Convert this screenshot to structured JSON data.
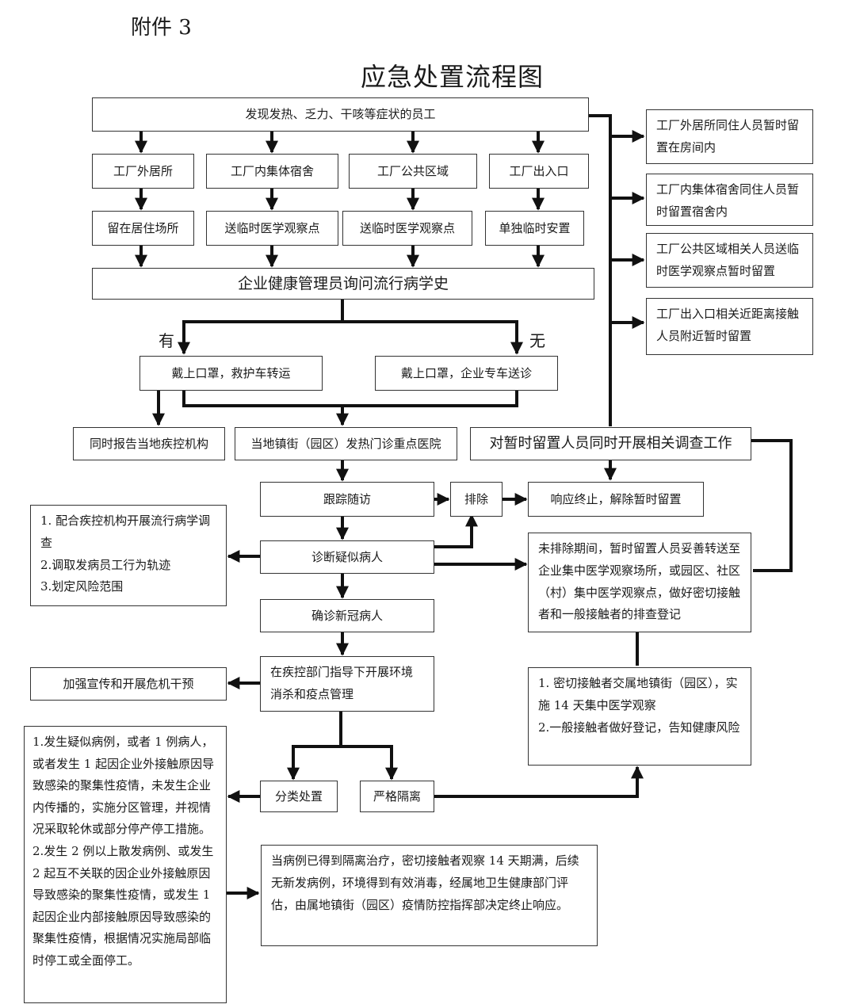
{
  "annex": "附件 3",
  "title": "应急处置流程图",
  "nodes": {
    "discover": "发现发热、乏力、干咳等症状的员工",
    "loc_outside": "工厂外居所",
    "loc_dorm": "工厂内集体宿舍",
    "loc_public": "工厂公共区域",
    "loc_gate": "工厂出入口",
    "act_stay": "留在居住场所",
    "act_obs1": "送临时医学观察点",
    "act_obs2": "送临时医学观察点",
    "act_alone": "单独临时安置",
    "inquire": "企业健康管理员询问流行病学史",
    "branch_yes": "有",
    "branch_no": "无",
    "mask_ambulance": "戴上口罩，救护车转运",
    "mask_company": "戴上口罩，企业专车送诊",
    "report_cdc": "同时报告当地疾控机构",
    "fever_clinic": "当地镇街（园区）发热门诊重点医院",
    "investigate": "对暂时留置人员同时开展相关调查工作",
    "follow_up": "跟踪随访",
    "exclude": "排除",
    "end_response": "响应终止，解除暂时留置",
    "suspect": "诊断疑似病人",
    "confirm": "确诊新冠病人",
    "disinfect": "在疾控部门指导下开展环境消杀和疫点管理",
    "publicity": "加强宣传和开展危机干预",
    "classify": "分类处置",
    "isolate": "严格隔离"
  },
  "side": {
    "right1": "工厂外居所同住人员暂时留置在房间内",
    "right2": "工厂内集体宿舍同住人员暂时留置宿舍内",
    "right3": "工厂公共区域相关人员送临时医学观察点暂时留置",
    "right4": "工厂出入口相关近距离接触人员附近暂时留置"
  },
  "suspect_actions": [
    "1. 配合疾控机构开展流行病学调查",
    "2.调取发病员工行为轨迹",
    "3.划定风险范围"
  ],
  "transfer_note": "未排除期间，暂时留置人员妥善转送至企业集中医学观察场所，或园区、社区（村）集中医学观察点，做好密切接触者和一般接触者的排查登记",
  "contacts": [
    "1. 密切接触者交属地镇街（园区），实施 14 天集中医学观察",
    "2.一般接触者做好登记，告知健康风险"
  ],
  "classify_rules": [
    "1.发生疑似病例，或者 1 例病人，或者发生 1 起因企业外接触原因导致感染的聚集性疫情，未发生企业内传播的，实施分区管理，并视情况采取轮休或部分停产停工措施。",
    "2.发生 2 例以上散发病例、或发生 2 起互不关联的因企业外接触原因导致感染的聚集性疫情，或发生 1 起因企业内部接触原因导致感染的聚集性疫情，根据情况实施局部临时停工或全面停工。"
  ],
  "termination": "当病例已得到隔离治疗，密切接触者观察 14 天期满，后续无新发病例，环境得到有效消毒，经属地卫生健康部门评估，由属地镇街（园区）疫情防控指挥部决定终止响应。"
}
